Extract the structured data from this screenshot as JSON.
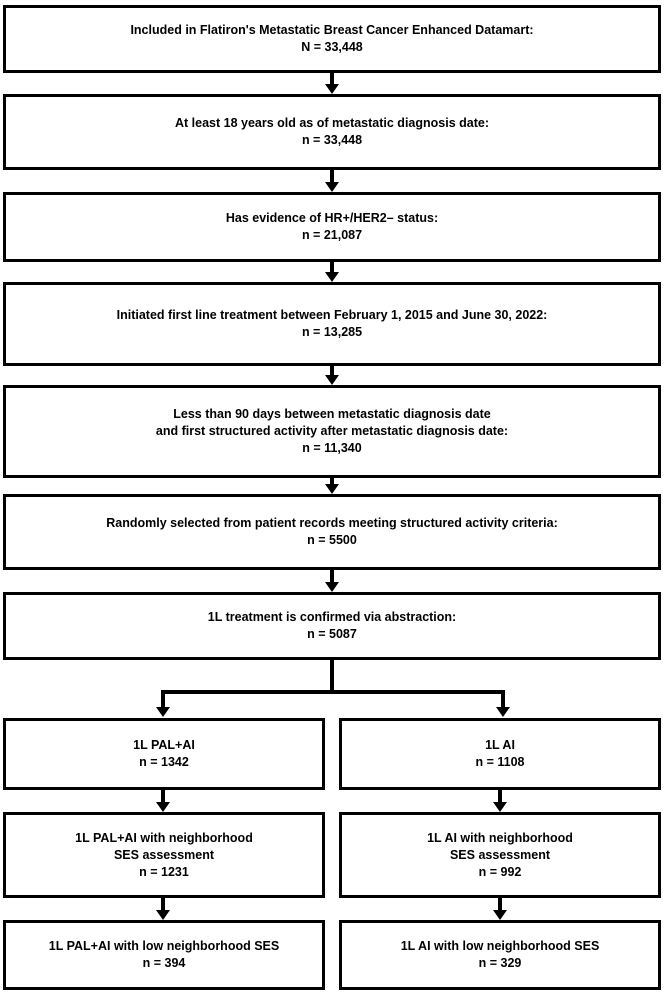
{
  "diagram": {
    "type": "flowchart",
    "title": "Patient cohort selection flow diagram",
    "colors": {
      "box_border": "#000000",
      "box_fill": "#ffffff",
      "connector": "#000000",
      "text": "#000000"
    },
    "nodes": [
      {
        "id": "datamart",
        "lines": [
          "Included in Flatiron's Metastatic Breast Cancer Enhanced Datamart:",
          "N = 33,448"
        ],
        "count_label": "N = 33,448",
        "count_value": 33448
      },
      {
        "id": "age18",
        "lines": [
          "At least 18 years old as of metastatic diagnosis date:",
          "n = 33,448"
        ],
        "count_label": "n = 33,448",
        "count_value": 33448
      },
      {
        "id": "hrher2",
        "lines": [
          "Has evidence of HR+/HER2– status:",
          "n = 21,087"
        ],
        "count_label": "n = 21,087",
        "count_value": 21087
      },
      {
        "id": "firstline-window",
        "lines": [
          "Initiated first line treatment between February 1, 2015 and June 30, 2022:",
          "n = 13,285"
        ],
        "count_label": "n = 13,285",
        "count_value": 13285
      },
      {
        "id": "lt90days",
        "lines": [
          "Less than 90 days between metastatic diagnosis date",
          "and first structured activity after metastatic diagnosis date:",
          "n = 11,340"
        ],
        "count_label": "n = 11,340",
        "count_value": 11340
      },
      {
        "id": "random-selection",
        "lines": [
          "Randomly selected from patient records meeting structured activity criteria:",
          "n = 5500"
        ],
        "count_label": "n = 5500",
        "count_value": 5500
      },
      {
        "id": "abstraction-confirmed",
        "lines": [
          "1L treatment is confirmed via abstraction:",
          "n = 5087"
        ],
        "count_label": "n = 5087",
        "count_value": 5087
      }
    ],
    "branches": {
      "left": [
        {
          "id": "pal-ai",
          "lines": [
            "1L PAL+AI",
            "n = 1342"
          ],
          "count_label": "n = 1342",
          "count_value": 1342
        },
        {
          "id": "pal-ai-ses",
          "lines": [
            "1L PAL+AI with neighborhood",
            "SES assessment",
            "n = 1231"
          ],
          "count_label": "n = 1231",
          "count_value": 1231
        },
        {
          "id": "pal-ai-low-ses",
          "lines": [
            "1L PAL+AI with low neighborhood SES",
            "n = 394"
          ],
          "count_label": "n = 394",
          "count_value": 394
        }
      ],
      "right": [
        {
          "id": "ai",
          "lines": [
            "1L AI",
            "n = 1108"
          ],
          "count_label": "n = 1108",
          "count_value": 1108
        },
        {
          "id": "ai-ses",
          "lines": [
            "1L AI with neighborhood",
            "SES assessment",
            "n = 992"
          ],
          "count_label": "n = 992",
          "count_value": 992
        },
        {
          "id": "ai-low-ses",
          "lines": [
            "1L AI with low neighborhood SES",
            "n = 329"
          ],
          "count_label": "n = 329",
          "count_value": 329
        }
      ]
    }
  }
}
